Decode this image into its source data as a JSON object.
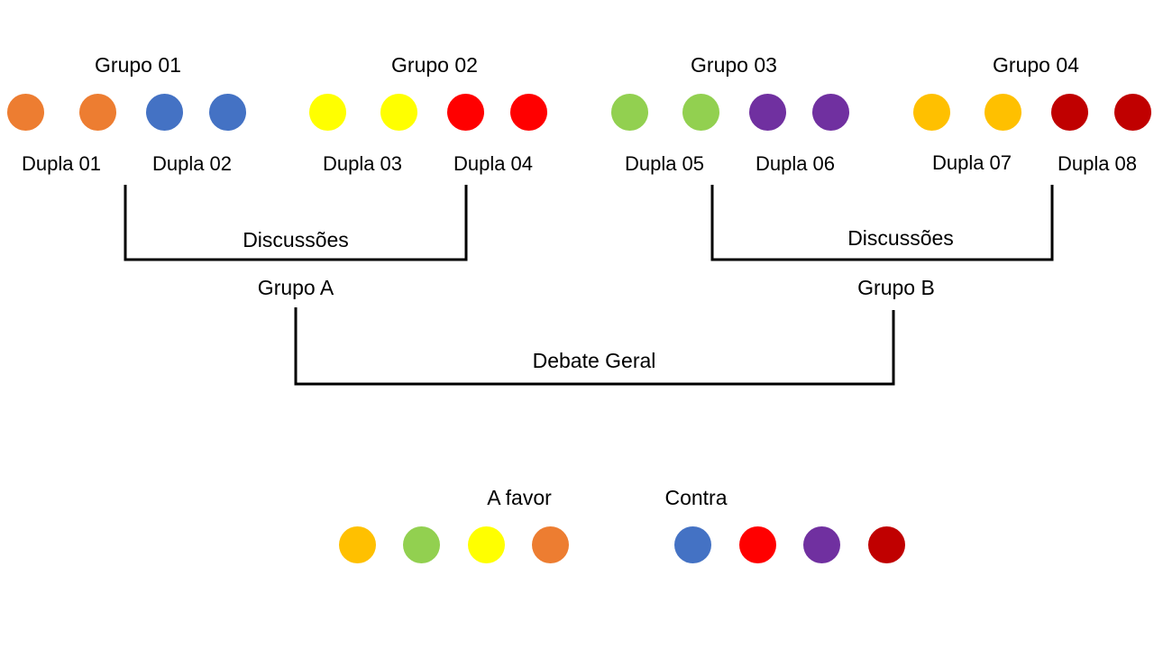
{
  "colors": {
    "orange": "#ED7D31",
    "blue": "#4472C4",
    "yellow": "#FFFF00",
    "red": "#FF0000",
    "green": "#92D050",
    "purple": "#7030A0",
    "gold": "#FFC000",
    "darkred": "#C00000"
  },
  "groups": [
    {
      "label": "Grupo 01",
      "dots": [
        "orange",
        "orange",
        "blue",
        "blue"
      ],
      "pairs": [
        "Dupla 01",
        "Dupla 02"
      ]
    },
    {
      "label": "Grupo 02",
      "dots": [
        "yellow",
        "yellow",
        "red",
        "red"
      ],
      "pairs": [
        "Dupla 03",
        "Dupla 04"
      ]
    },
    {
      "label": "Grupo 03",
      "dots": [
        "green",
        "green",
        "purple",
        "purple"
      ],
      "pairs": [
        "Dupla 05",
        "Dupla 06"
      ]
    },
    {
      "label": "Grupo 04",
      "dots": [
        "gold",
        "gold",
        "darkred",
        "darkred"
      ],
      "pairs": [
        "Dupla 07",
        "Dupla 08"
      ]
    }
  ],
  "discussions": {
    "left": "Discussões",
    "right": "Discussões"
  },
  "merged_groups": {
    "a": "Grupo A",
    "b": "Grupo B"
  },
  "debate": "Debate Geral",
  "legend": {
    "favor_label": "A favor",
    "favor_dots": [
      "gold",
      "green",
      "yellow",
      "orange"
    ],
    "contra_label": "Contra",
    "contra_dots": [
      "blue",
      "red",
      "purple",
      "darkred"
    ]
  }
}
